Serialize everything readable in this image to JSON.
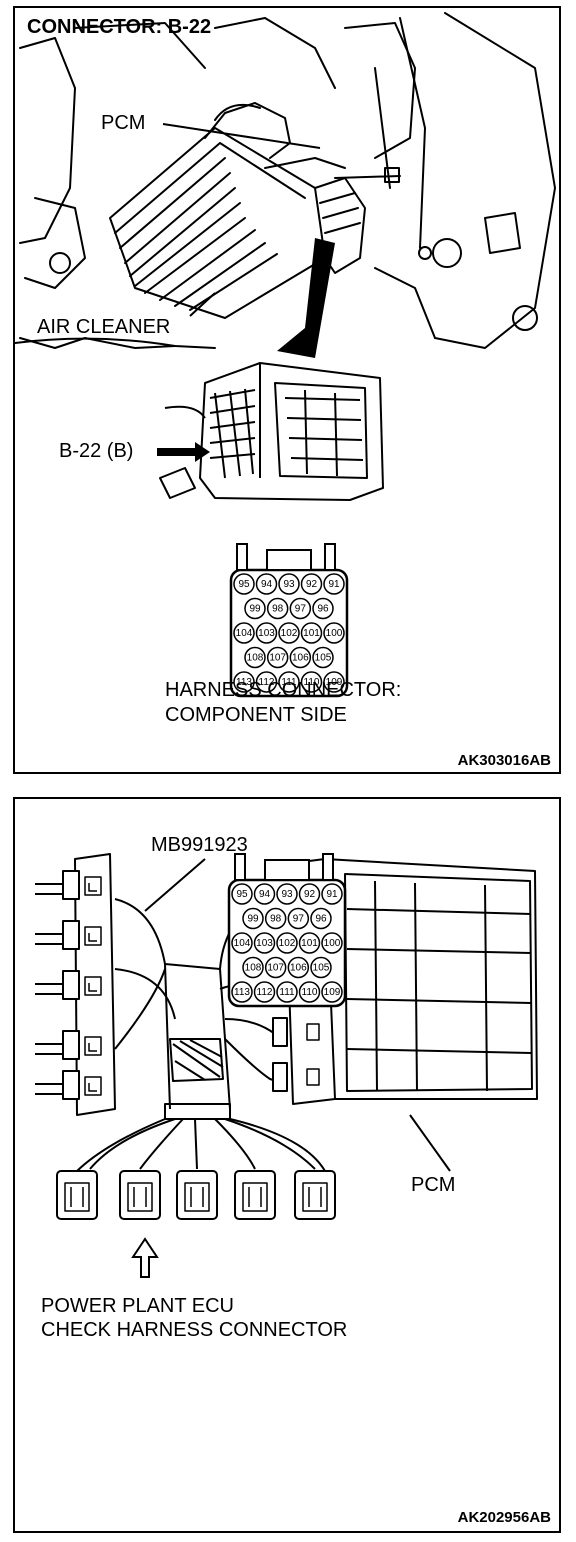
{
  "panel1": {
    "title": "CONNECTOR: B-22",
    "labels": {
      "pcm": "PCM",
      "air_cleaner": "AIR CLEANER",
      "connector_id": "B-22 (B)",
      "harness_line1": "HARNESS CONNECTOR:",
      "harness_line2": "COMPONENT SIDE"
    },
    "figure_code": "AK303016AB"
  },
  "panel2": {
    "labels": {
      "tool": "MB991923",
      "pcm": "PCM",
      "check_line1": "POWER PLANT ECU",
      "check_line2": "CHECK HARNESS CONNECTOR"
    },
    "figure_code": "AK202956AB"
  },
  "connector_pins": {
    "row1": [
      "95",
      "94",
      "93",
      "92",
      "91"
    ],
    "row2": [
      "99",
      "98",
      "97",
      "96"
    ],
    "row3": [
      "104",
      "103",
      "102",
      "101",
      "100"
    ],
    "row4": [
      "108",
      "107",
      "106",
      "105"
    ],
    "row5": [
      "113",
      "112",
      "111",
      "110",
      "109"
    ]
  }
}
